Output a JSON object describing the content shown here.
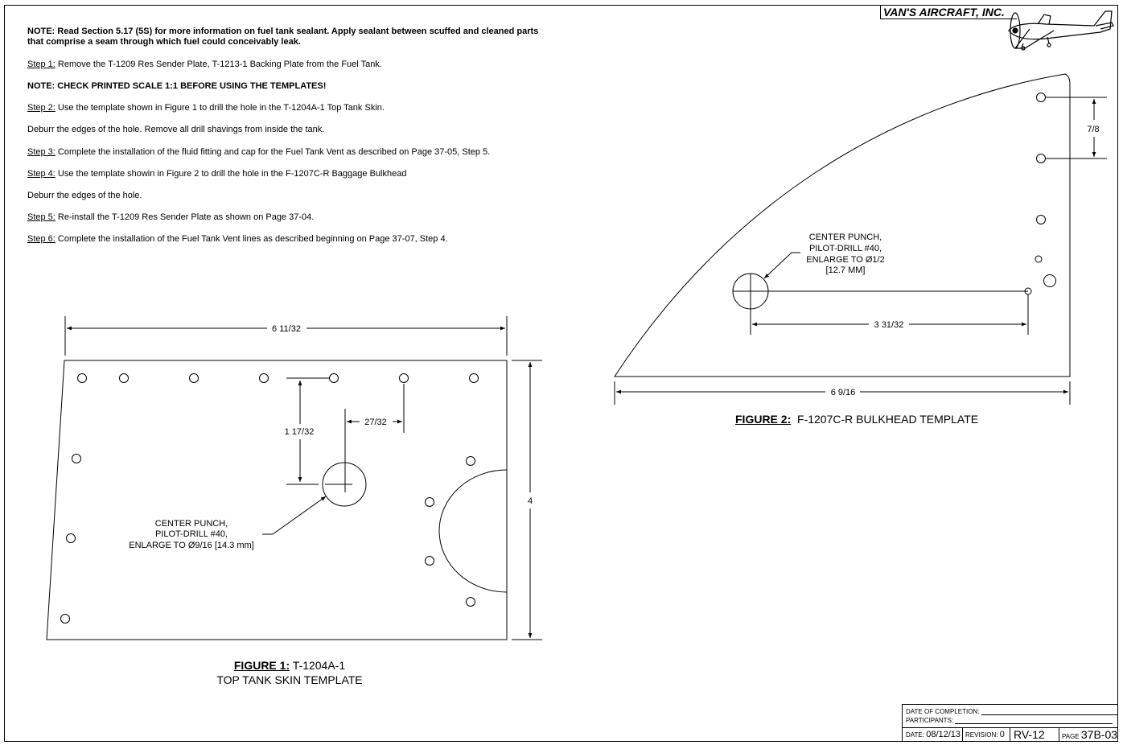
{
  "header": {
    "company": "VAN'S AIRCRAFT, INC."
  },
  "instructions": {
    "note1_line1": "NOTE: Read Section 5.17 (5S) for more information on fuel tank sealant. Apply sealant between scuffed and cleaned parts",
    "note1_line2": "that comprise a seam through which fuel could conceivably leak.",
    "step1_label": "Step 1:",
    "step1_text": " Remove the T-1209 Res Sender Plate, T-1213-1 Backing Plate from the Fuel Tank.",
    "note2": "NOTE: CHECK PRINTED SCALE 1:1 BEFORE USING THE TEMPLATES!",
    "step2_label": "Step 2:",
    "step2_text": " Use the template shown in Figure 1 to drill the hole in the T-1204A-1 Top Tank Skin.",
    "deburr1": "Deburr the edges of the hole. Remove all drill shavings from inside the tank.",
    "step3_label": "Step 3:",
    "step3_text": " Complete the installation of the fluid fitting and cap for the Fuel Tank Vent as described on Page 37-05, Step 5.",
    "step4_label": "Step 4:",
    "step4_text": " Use the template showin in Figure 2 to drill the hole in the F-1207C-R Baggage Bulkhead",
    "deburr2": "Deburr the edges of the hole.",
    "step5_label": "Step 5:",
    "step5_text": " Re-install the T-1209 Res Sender Plate  as shown on Page 37-04.",
    "step6_label": "Step 6:",
    "step6_text": " Complete the installation of the Fuel Tank Vent lines as described beginning on Page 37-07, Step 4."
  },
  "figure1": {
    "dim_width": "6 11/32",
    "dim_height": "4",
    "dim_vertical": "1 17/32",
    "dim_offset": "27/32",
    "callout_line1": "CENTER PUNCH,",
    "callout_line2": "PILOT-DRILL #40,",
    "callout_line3": "ENLARGE TO Ø9/16 [14.3 mm]",
    "title_label": "FIGURE 1:",
    "title_part": " T-1204A-1",
    "title_line2": "TOP TANK SKIN TEMPLATE"
  },
  "figure2": {
    "dim_width": "6 9/16",
    "dim_offset": "3 31/32",
    "dim_spacing": "7/8",
    "callout_line1": "CENTER PUNCH,",
    "callout_line2": "PILOT-DRILL #40,",
    "callout_line3": "ENLARGE TO Ø1/2",
    "callout_line4": "[12.7 MM]",
    "title_label": "FIGURE 2:",
    "title_text": "  F-1207C-R BULKHEAD TEMPLATE"
  },
  "title_block": {
    "completion_label": "DATE OF COMPLETION:",
    "participants_label": "PARTICIPANTS:",
    "date_label": "DATE:",
    "date_value": "08/12/13",
    "revision_label": "REVISION:",
    "revision_value": "0",
    "model": "RV-12",
    "page_label": "PAGE",
    "page_value": "37B-03"
  }
}
